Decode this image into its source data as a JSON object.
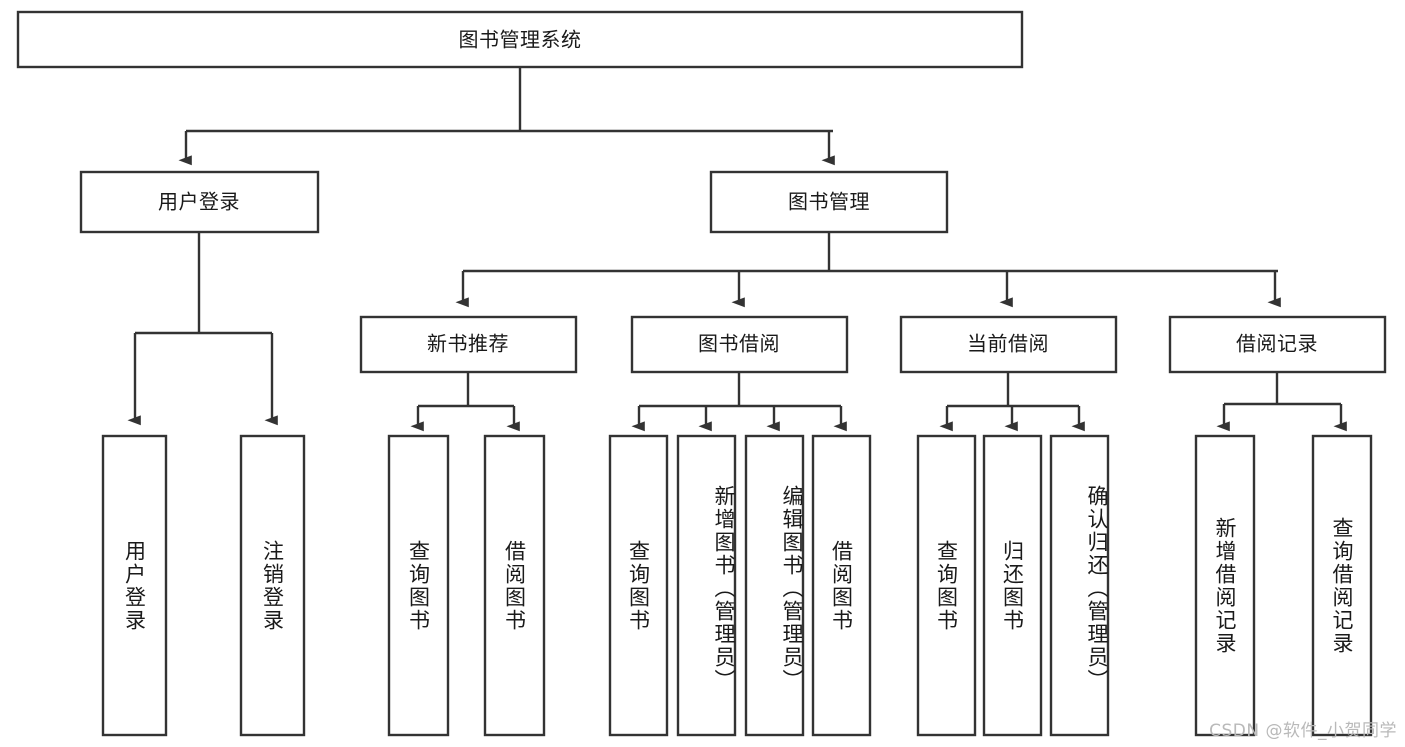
{
  "diagram": {
    "type": "tree",
    "title": "图书管理系统",
    "orientation": "top-down",
    "background_color": "#ffffff",
    "line_color": "#333333",
    "text_color": "#1a1a1a",
    "root": {
      "label": "图书管理系统",
      "id": "root"
    },
    "level1": [
      {
        "id": "user-login",
        "label": "用户登录"
      },
      {
        "id": "book-manage",
        "label": "图书管理"
      }
    ],
    "level2": [
      {
        "id": "new-book-rec",
        "label": "新书推荐",
        "parent": "book-manage"
      },
      {
        "id": "book-borrow",
        "label": "图书借阅",
        "parent": "book-manage"
      },
      {
        "id": "current-borrow",
        "label": "当前借阅",
        "parent": "book-manage"
      },
      {
        "id": "borrow-record",
        "label": "借阅记录",
        "parent": "book-manage"
      }
    ],
    "leaves": [
      {
        "id": "leaf-user-login",
        "label": "用户登录",
        "parent": "user-login"
      },
      {
        "id": "leaf-user-logout",
        "label": "注销登录",
        "parent": "user-login"
      },
      {
        "id": "leaf-query-book-rec",
        "label": "查询图书",
        "parent": "new-book-rec"
      },
      {
        "id": "leaf-borrow-book-rec",
        "label": "借阅图书",
        "parent": "new-book-rec"
      },
      {
        "id": "leaf-query-book-borrow",
        "label": "查询图书",
        "parent": "book-borrow"
      },
      {
        "id": "leaf-add-book",
        "label": "新增图书（管理员）",
        "parent": "book-borrow"
      },
      {
        "id": "leaf-edit-book",
        "label": "编辑图书（管理员）",
        "parent": "book-borrow"
      },
      {
        "id": "leaf-borrow-book",
        "label": "借阅图书",
        "parent": "book-borrow"
      },
      {
        "id": "leaf-query-book-cur",
        "label": "查询图书",
        "parent": "current-borrow"
      },
      {
        "id": "leaf-return-book",
        "label": "归还图书",
        "parent": "current-borrow"
      },
      {
        "id": "leaf-confirm-return",
        "label": "确认归还（管理员）",
        "parent": "current-borrow"
      },
      {
        "id": "leaf-add-record",
        "label": "新增借阅记录",
        "parent": "borrow-record"
      },
      {
        "id": "leaf-query-record",
        "label": "查询借阅记录",
        "parent": "borrow-record"
      }
    ]
  },
  "watermark": {
    "text": "CSDN @软件_小贺同学"
  }
}
